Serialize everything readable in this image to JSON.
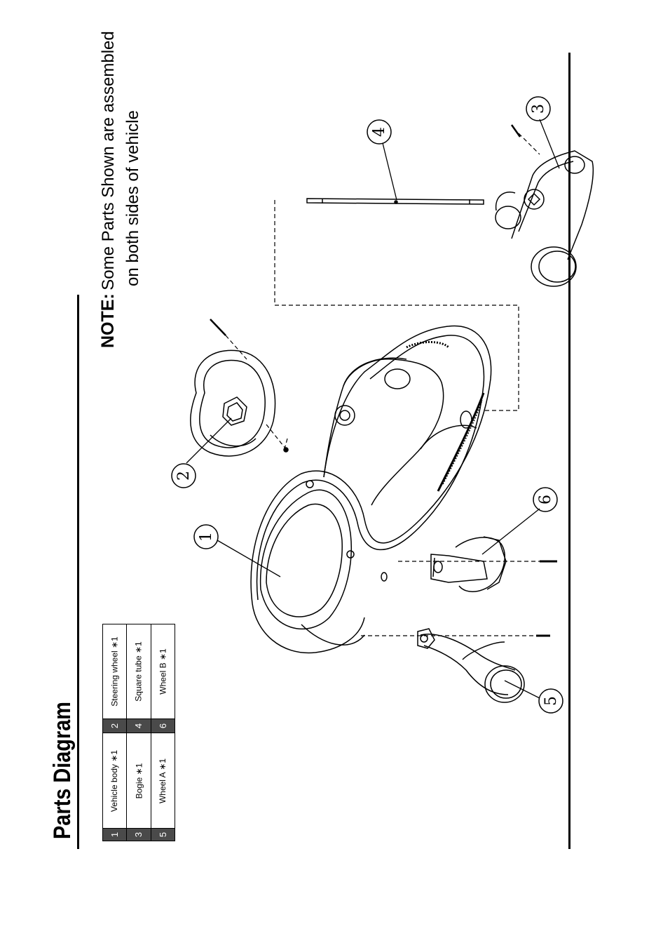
{
  "page": {
    "title": "Parts Diagram",
    "note_label": "NOTE:",
    "note_line1": "Some Parts Shown are assembled",
    "note_line2": "on both sides of vehicle"
  },
  "parts": [
    {
      "num": "1",
      "name": "Vehicle body ∗1"
    },
    {
      "num": "2",
      "name": "Steering wheel ∗1"
    },
    {
      "num": "3",
      "name": "Bogie ∗1"
    },
    {
      "num": "4",
      "name": "Square tube ∗1"
    },
    {
      "num": "5",
      "name": "Wheel A ∗1"
    },
    {
      "num": "6",
      "name": "Wheel B ∗1"
    }
  ],
  "callouts": [
    "1",
    "2",
    "3",
    "4",
    "5",
    "6"
  ]
}
